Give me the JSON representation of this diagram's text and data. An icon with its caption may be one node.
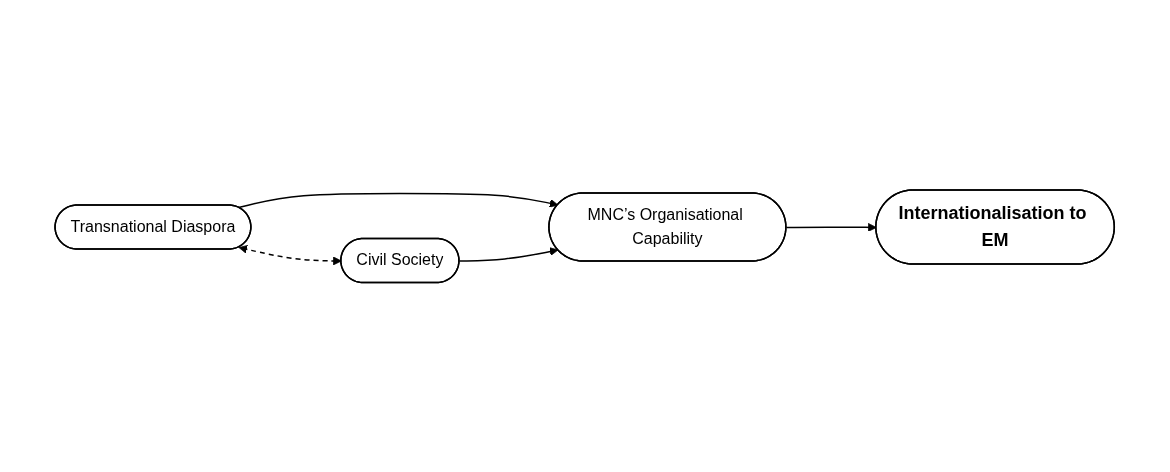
{
  "diagram": {
    "nodes": [
      {
        "text": [
          "Transnational Diaspora"
        ]
      },
      {
        "text": [
          "MNC’s Organisational Capability"
        ]
      },
      {
        "text": [
          "Internationalisation to EM"
        ]
      },
      {
        "text": [
          "Civil Society"
        ]
      }
    ],
    "edges": [
      {
        "from": 0,
        "to": 1,
        "arrow": "to"
      },
      {
        "from": 3,
        "to": 1,
        "arrow": "to"
      },
      {
        "from": 1,
        "to": 2,
        "arrow": "to"
      },
      {
        "from": 0,
        "to": 3,
        "arrow": "both",
        "style": "dashed"
      }
    ]
  }
}
